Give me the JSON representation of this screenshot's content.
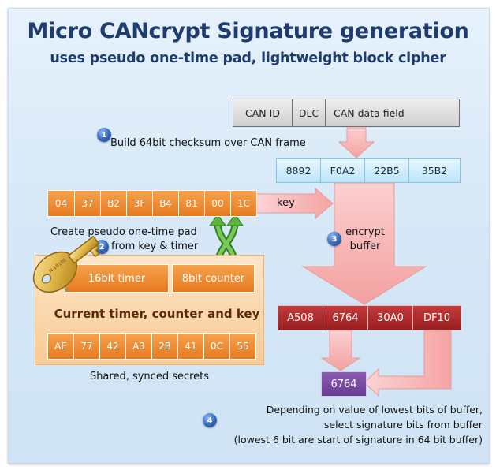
{
  "title": "Micro CANcrypt Signature generation",
  "subtitle": "uses pseudo one-time pad, lightweight block cipher",
  "can_frame": {
    "fields": [
      "CAN ID",
      "DLC",
      "CAN data field"
    ]
  },
  "steps": {
    "step1": {
      "number": "1",
      "text": "Build 64bit checksum over CAN frame"
    },
    "step2": {
      "number": "2",
      "text_line1": "Create pseudo one-time pad",
      "text_line2": "from key & timer"
    },
    "step3": {
      "number": "3",
      "text_line1": "encrypt",
      "text_line2": "buffer"
    },
    "step4": {
      "number": "4",
      "line1": "Depending on value of lowest bits of buffer,",
      "line2": "select signature bits from buffer",
      "line3": "(lowest 6 bit are start of signature in 64 bit buffer)"
    }
  },
  "checksum_words": [
    "8892",
    "F0A2",
    "22B5",
    "35B2"
  ],
  "one_time_pad": [
    "04",
    "37",
    "B2",
    "3F",
    "B4",
    "81",
    "00",
    "1C"
  ],
  "key_label": "key",
  "secrets": {
    "timer_label": "16bit timer",
    "counter_label": "8bit counter",
    "title": "Current timer, counter and key",
    "key_bytes": [
      "AE",
      "77",
      "42",
      "A3",
      "2B",
      "41",
      "0C",
      "55"
    ],
    "caption": "Shared, synced secrets"
  },
  "encrypted_words": [
    "A508",
    "6764",
    "30A0",
    "DF10"
  ],
  "signature": "6764",
  "key_icon_label": "N-19100",
  "colors": {
    "title": "#1f3c6e",
    "orange": "#ee8a33",
    "red_buffer": "#b12c2c",
    "purple": "#7a4ba3",
    "arrow_pink": "#f9b6b6",
    "checksum_blue": "#cdeefd",
    "arrow_green": "#4ca832"
  }
}
